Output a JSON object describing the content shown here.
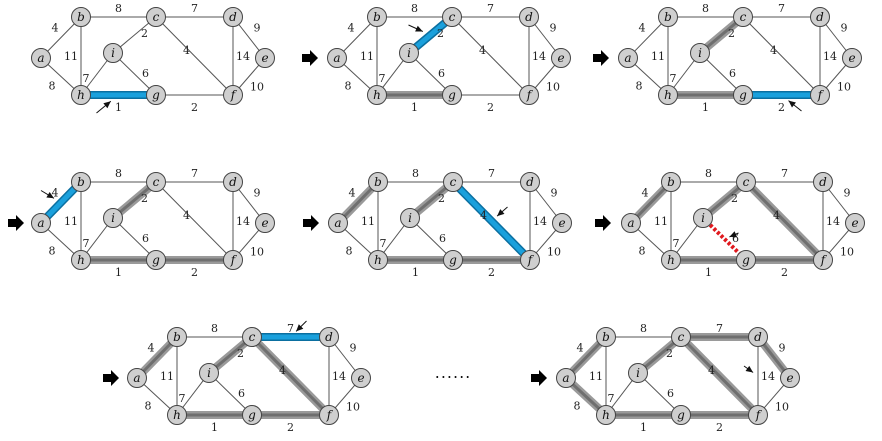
{
  "graph": {
    "nodes": [
      "a",
      "b",
      "c",
      "d",
      "e",
      "f",
      "g",
      "h",
      "i"
    ],
    "edges": [
      {
        "id": "ab",
        "u": "a",
        "v": "b",
        "w": "4"
      },
      {
        "id": "ah",
        "u": "a",
        "v": "h",
        "w": "8"
      },
      {
        "id": "bh",
        "u": "b",
        "v": "h",
        "w": "11"
      },
      {
        "id": "bc",
        "u": "b",
        "v": "c",
        "w": "8"
      },
      {
        "id": "hi",
        "u": "h",
        "v": "i",
        "w": "7"
      },
      {
        "id": "hg",
        "u": "h",
        "v": "g",
        "w": "1"
      },
      {
        "id": "ic",
        "u": "i",
        "v": "c",
        "w": "2"
      },
      {
        "id": "ig",
        "u": "i",
        "v": "g",
        "w": "6"
      },
      {
        "id": "cd",
        "u": "c",
        "v": "d",
        "w": "7"
      },
      {
        "id": "cf",
        "u": "c",
        "v": "f",
        "w": "4"
      },
      {
        "id": "gf",
        "u": "g",
        "v": "f",
        "w": "2"
      },
      {
        "id": "df",
        "u": "d",
        "v": "f",
        "w": "14"
      },
      {
        "id": "de",
        "u": "d",
        "v": "e",
        "w": "9"
      },
      {
        "id": "ef",
        "u": "e",
        "v": "f",
        "w": "10"
      }
    ]
  },
  "steps": [
    {
      "mst": [],
      "current": "hg",
      "rejected": null,
      "arrow": true
    },
    {
      "mst": [
        "hg"
      ],
      "current": "ic",
      "rejected": null,
      "arrow": true
    },
    {
      "mst": [
        "hg",
        "ic"
      ],
      "current": "gf",
      "rejected": null,
      "arrow": true
    },
    {
      "mst": [
        "hg",
        "ic",
        "gf"
      ],
      "current": "ab",
      "rejected": null,
      "arrow": true
    },
    {
      "mst": [
        "hg",
        "ic",
        "gf",
        "ab"
      ],
      "current": "cf",
      "rejected": null,
      "arrow": true
    },
    {
      "mst": [
        "hg",
        "ic",
        "gf",
        "ab",
        "cf"
      ],
      "current": null,
      "rejected": "ig",
      "arrow": true
    },
    {
      "mst": [
        "hg",
        "ic",
        "gf",
        "ab",
        "cf"
      ],
      "current": "cd",
      "rejected": null,
      "arrow": true
    },
    {
      "mst": [
        "hg",
        "ic",
        "gf",
        "ab",
        "cf",
        "cd",
        "ah",
        "de"
      ],
      "current": null,
      "rejected": null,
      "arrow": true
    }
  ],
  "ellipsis": "......",
  "colors": {
    "node_fill": "#cfcfcf",
    "node_stroke": "#444444",
    "edge": "#555555",
    "mst_edge": "#6f6f6f",
    "current_edge": "#1aa0dc",
    "rejected_edge": "#e0191e",
    "arrow": "#111111"
  }
}
